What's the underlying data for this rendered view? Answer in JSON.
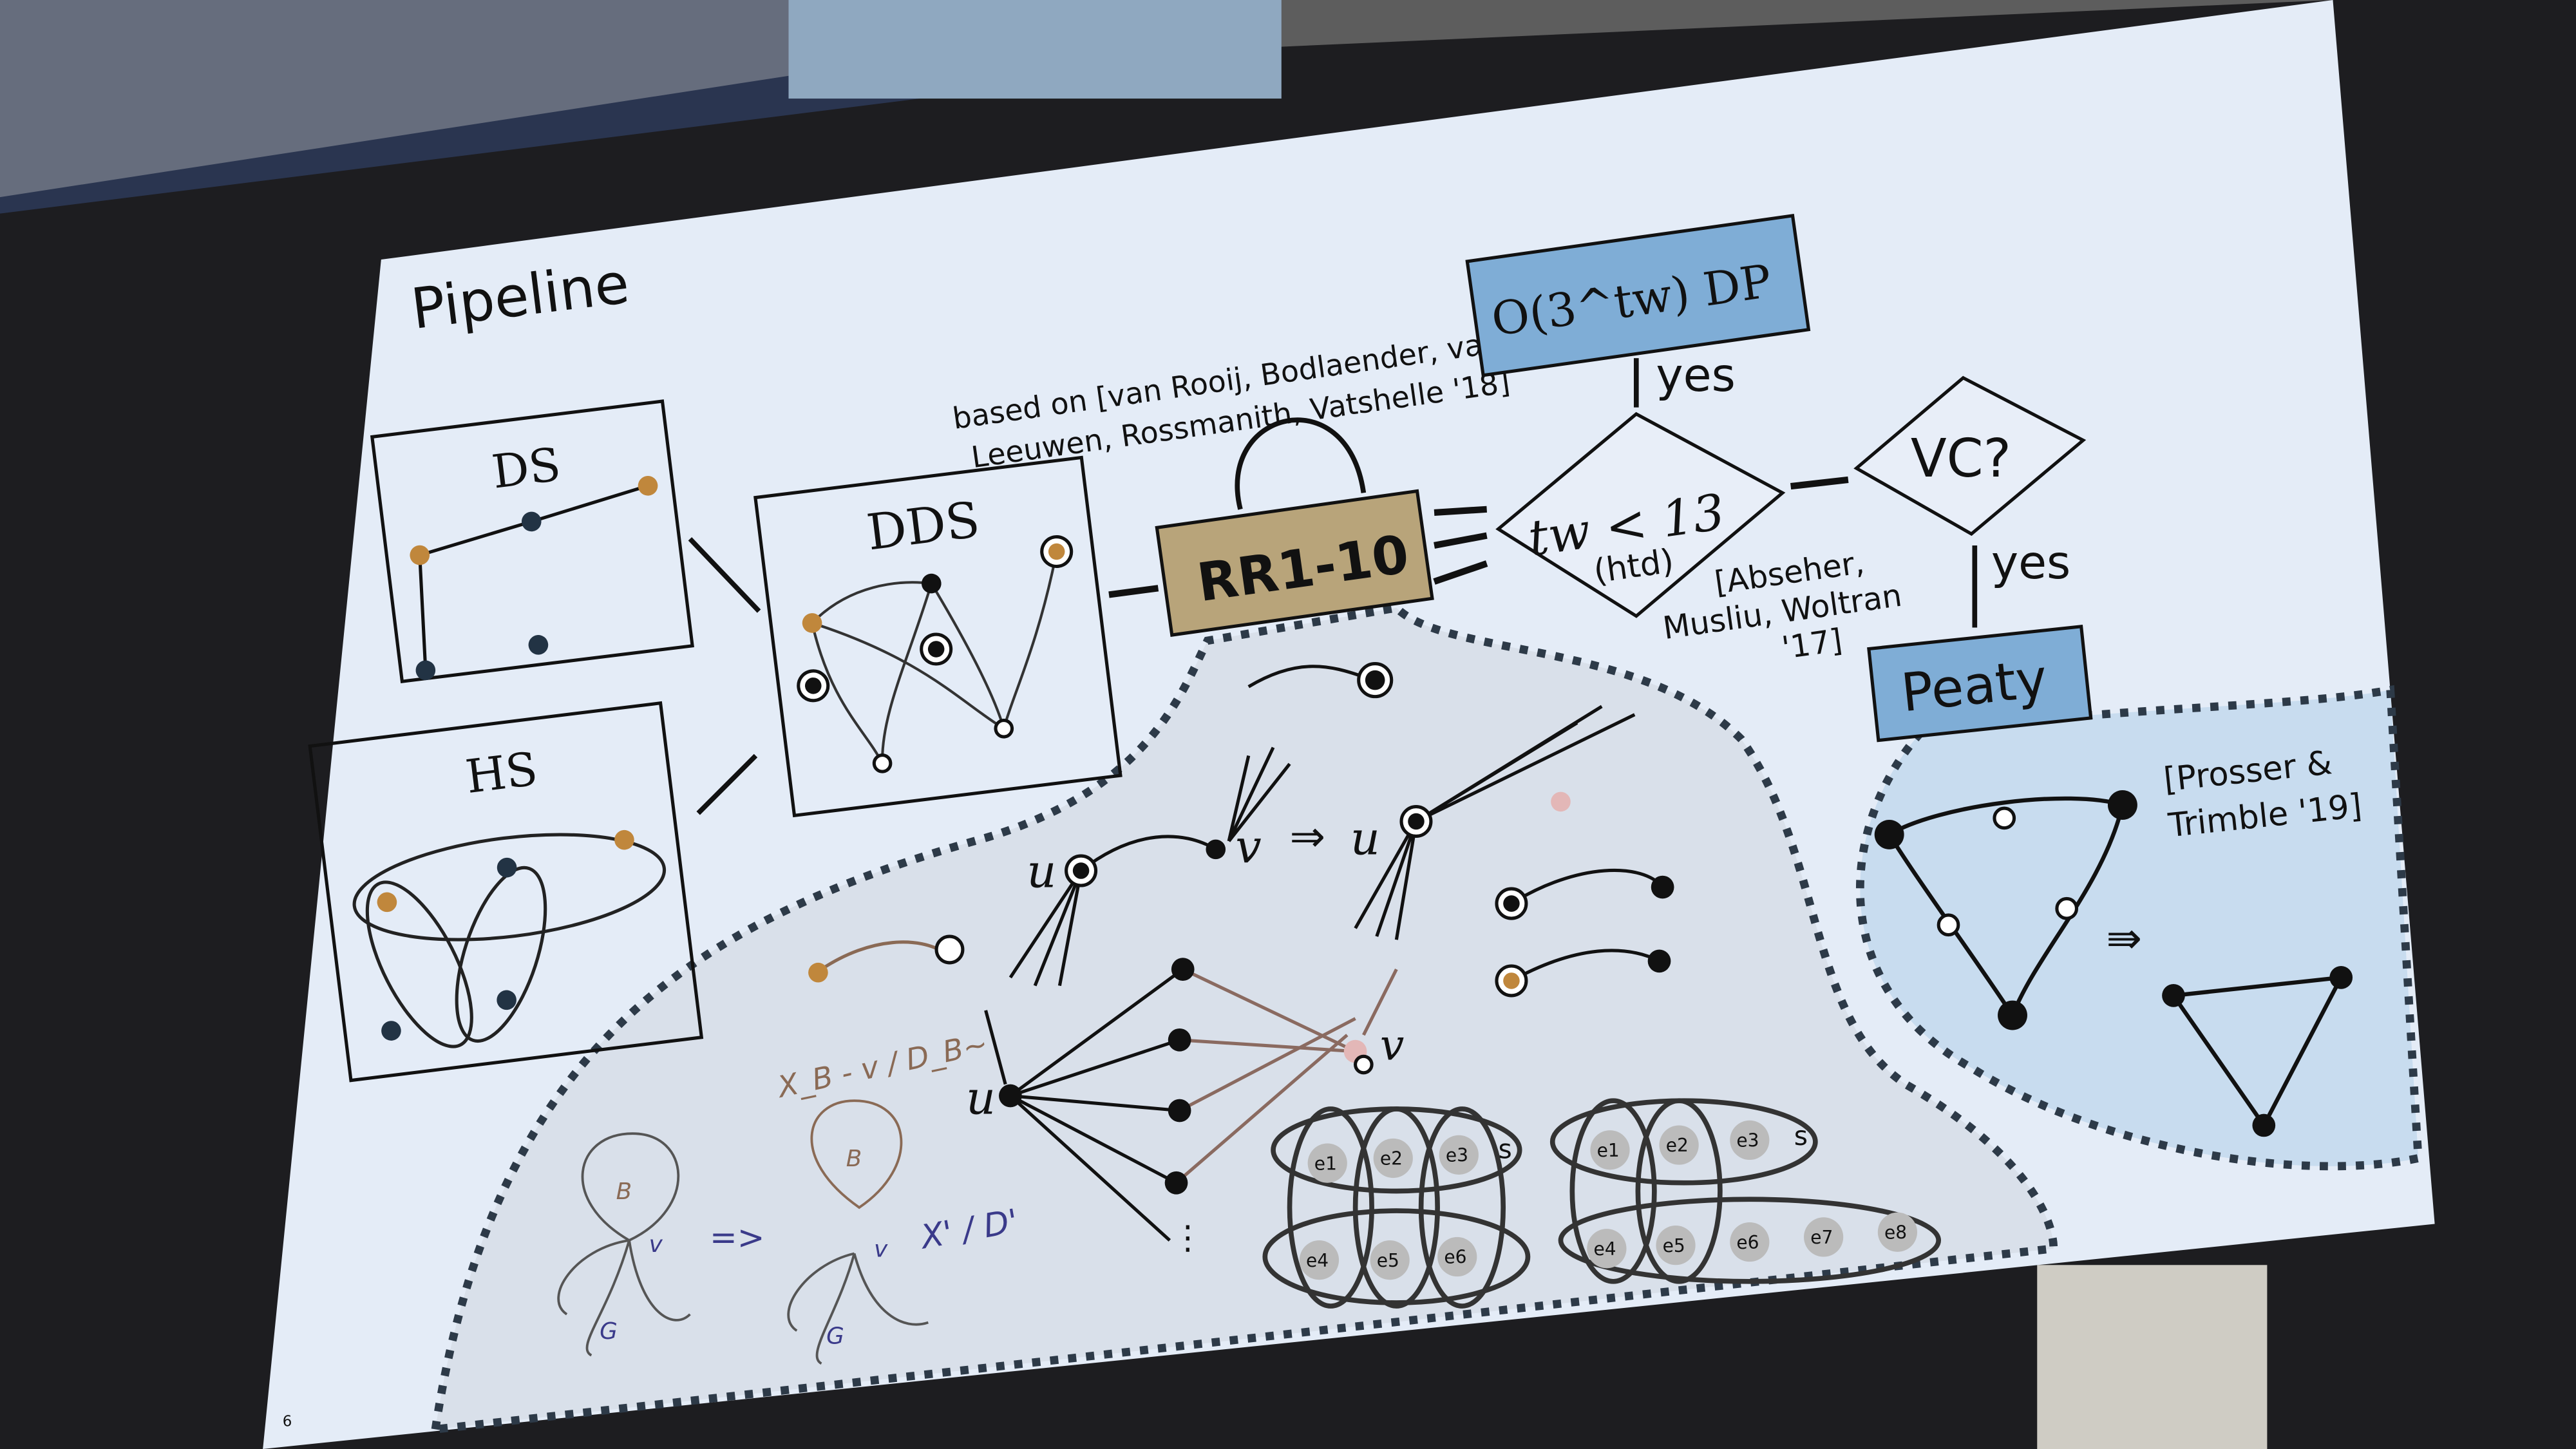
{
  "slide": {
    "title": "Pipeline",
    "page_number": "6",
    "ds_label": "DS",
    "hs_label": "HS",
    "dds_label": "DDS",
    "rr_label": "RR1-10",
    "citation_rooij_line1": "based on [van Rooij, Bodlaender, van",
    "citation_rooij_line2": "Leeuwen, Rossmanith, Vatshelle '18]",
    "dp_label": "O(3^tw) DP",
    "dp_base": "𝒪(3",
    "dp_exp": "tw",
    "dp_tail": ") DP",
    "yes_up": "yes",
    "tw_condition": "tw < 13",
    "htd_label": "(htd)",
    "citation_absseher_line1": "[Abseher,",
    "citation_absseher_line2": "Musliu, Woltran",
    "citation_absseher_line3": "'17]",
    "vc_label": "VC?",
    "yes_down": "yes",
    "peaty_label": "Peaty",
    "citation_prosser_line1": "[Prosser &",
    "citation_prosser_line2": "Trimble '19]",
    "vertex_u": "u",
    "vertex_v": "v",
    "set_s": "s",
    "elements": [
      "e1",
      "e2",
      "e3",
      "e4",
      "e5",
      "e6",
      "e7",
      "e8"
    ],
    "handwritten": {
      "xb": "X_B - v / D_B~",
      "b": "B",
      "xprime": "X' / D'",
      "implies": "=>",
      "v": "v",
      "g": "G"
    }
  },
  "colors": {
    "slide_bg": "#e4ecf7",
    "rr_fill": "#b8a47a",
    "blue_box": "#7fadd6",
    "orange_vertex": "#c0873c",
    "region_fill": "#d9e0ea",
    "peaty_region": "#c8dcef"
  }
}
